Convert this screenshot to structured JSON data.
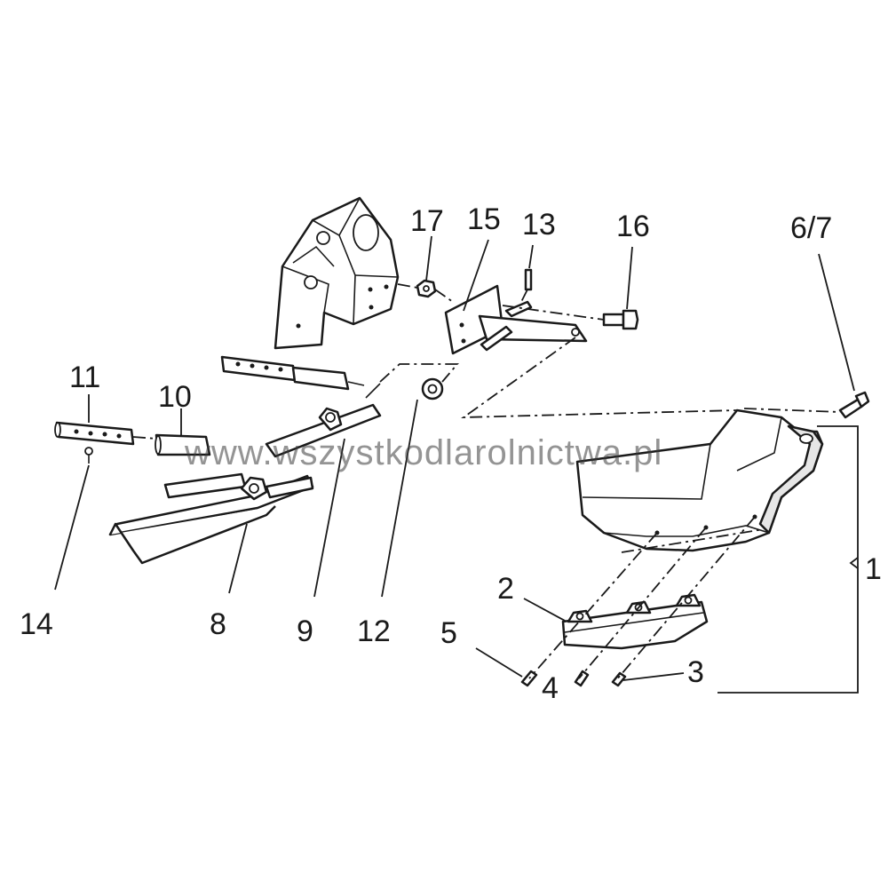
{
  "diagram": {
    "labels": {
      "l1": "1",
      "l2": "2",
      "l3": "3",
      "l4": "4",
      "l5": "5",
      "l6_7": "6/7",
      "l8": "8",
      "l9": "9",
      "l10": "10",
      "l11": "11",
      "l12": "12",
      "l13": "13",
      "l14": "14",
      "l15": "15",
      "l16": "16",
      "l17": "17"
    },
    "watermark": "www.wszystkodlarolnictwa.pl"
  }
}
